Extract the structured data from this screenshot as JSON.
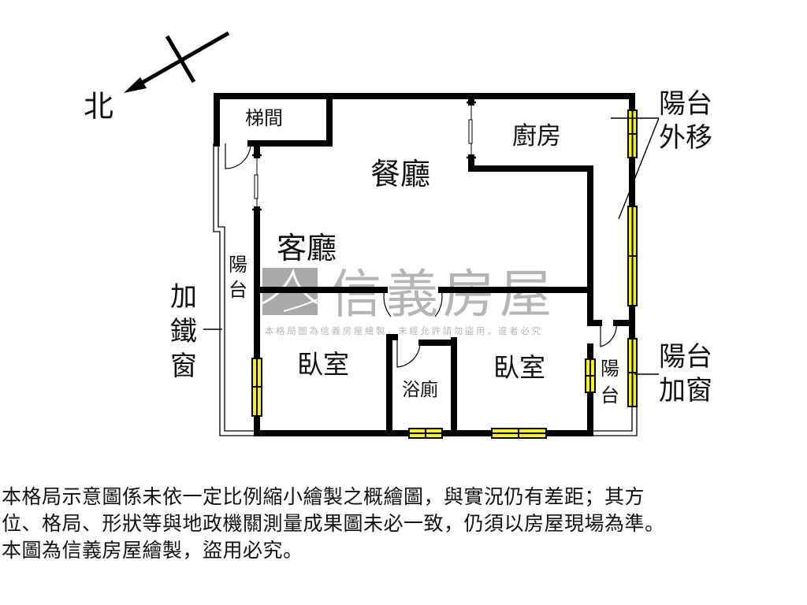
{
  "compass": {
    "label": "北",
    "icon": "north-arrow-icon"
  },
  "rooms": {
    "stairwell": "梯間",
    "dining_room": "餐廳",
    "kitchen": "廚房",
    "living_room": "客廳",
    "bedroom_left": "臥室",
    "bathroom": "浴廁",
    "bedroom_right": "臥室",
    "balcony_left_line1": "陽",
    "balcony_left_line2": "台",
    "balcony_right_line1": "陽",
    "balcony_right_line2": "台"
  },
  "annotations": {
    "balcony_moved_out_line1": "陽台",
    "balcony_moved_out_line2": "外移",
    "balcony_window_added_line1": "陽台",
    "balcony_window_added_line2": "加窗",
    "iron_window_line1": "加",
    "iron_window_line2": "鐵",
    "iron_window_line3": "窗"
  },
  "watermark": {
    "brand": "信義房屋",
    "notice": "本格局圖為信義房屋繪製，未經允許請勿盜用，違者必究",
    "logo_color": "#a9a9a9"
  },
  "colors": {
    "wall": "#000000",
    "window_fill": "#f5ef1f",
    "background": "#ffffff"
  },
  "disclaimer": {
    "line1": "本格局示意圖係未依一定比例縮小繪製之概繪圖，與實況仍有差距；其方",
    "line2": "位、格局、形狀等與地政機關測量成果圖未必一致，仍須以房屋現場為準。",
    "line3": "本圖為信義房屋繪製，盜用必究。"
  }
}
